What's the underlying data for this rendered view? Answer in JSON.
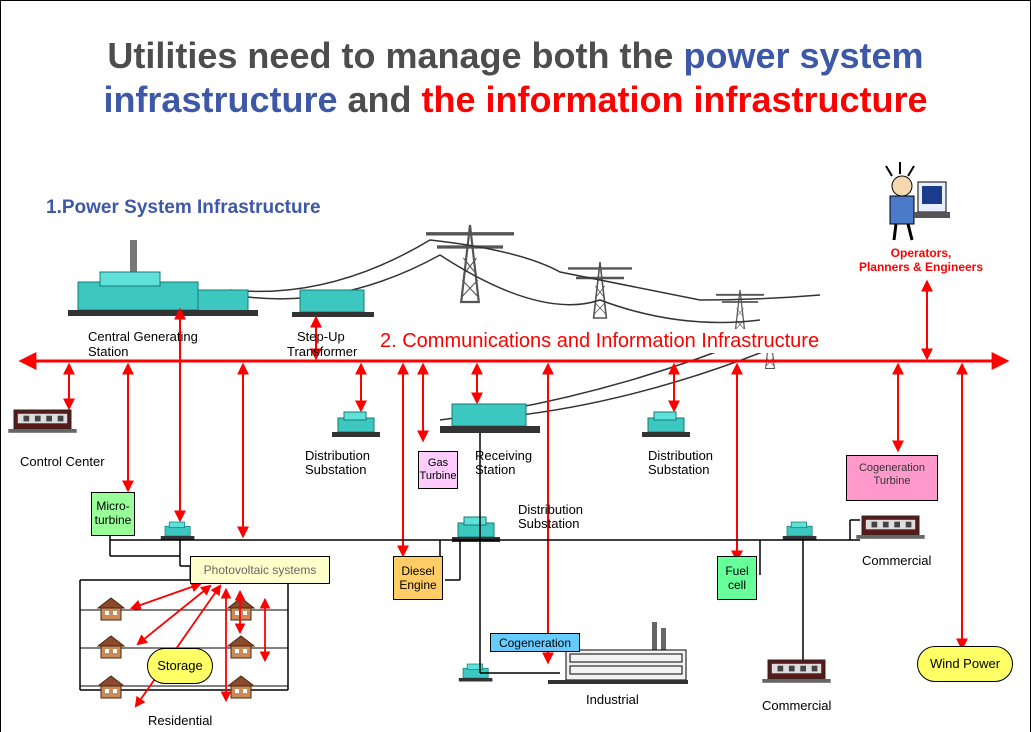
{
  "title": {
    "line1_prefix": "Utilities need to manage both the ",
    "line1_highlight": "power system",
    "line2_highlight": "infrastructure",
    "line2_middle": " and ",
    "line2_red": "the information infrastructure"
  },
  "section1_label": "1.Power System Infrastructure",
  "section2_label": "2. Communications and Information Infrastructure",
  "operators_label_line1": "Operators,",
  "operators_label_line2": "Planners & Engineers",
  "labels": {
    "central_generating_1": "Central Generating",
    "central_generating_2": "Station",
    "step_up_1": "Step-Up",
    "step_up_2": "Transformer",
    "control_center": "Control Center",
    "distribution_substation_left_1": "Distribution",
    "distribution_substation_left_2": "Substation",
    "receiving_station_1": "Receiving",
    "receiving_station_2": "Station",
    "distribution_substation_right_1": "Distribution",
    "distribution_substation_right_2": "Substation",
    "distribution_substation_mid_1": "Distribution",
    "distribution_substation_mid_2": "Substation",
    "commercial_right": "Commercial",
    "commercial_bottom": "Commercial",
    "industrial": "Industrial",
    "residential": "Residential"
  },
  "boxes": {
    "micro_turbine": "Micro-turbine",
    "gas_turbine": "Gas Turbine",
    "cogeneration_turbine": "Cogeneration Turbine",
    "photovoltaic": "Photovoltaic systems",
    "diesel_engine": "Diesel Engine",
    "fuel_cell": "Fuel cell",
    "cogeneration": "Cogeneration",
    "storage": "Storage",
    "wind_power": "Wind Power"
  },
  "colors": {
    "title_gray": "#4d4d4d",
    "title_blue": "#3e58a8",
    "accent_red": "#ff0000",
    "equipment_teal": "#3cc8c0",
    "micro_turbine_fill": "#99ff99",
    "gas_turbine_fill": "#ffccff",
    "cogen_turbine_fill": "#ff99cc",
    "photovoltaic_fill": "#ffffcc",
    "diesel_fill": "#ffcc66",
    "fuel_cell_fill": "#66ff99",
    "cogeneration_fill": "#66ccff",
    "storage_fill": "#ffff66"
  }
}
